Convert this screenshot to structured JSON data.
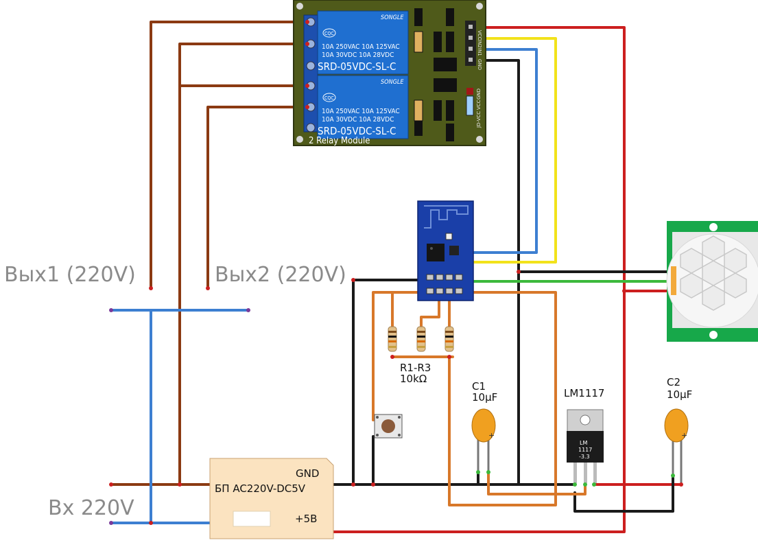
{
  "labels": {
    "out1": "Вых1 (220V)",
    "out2": "Вых2 (220V)",
    "input": "Вх 220V",
    "resistors": "R1-R3",
    "resistors_value": "10kΩ",
    "c1": "C1",
    "c1_value": "10µF",
    "c2": "C2",
    "c2_value": "10µF",
    "regulator": "LM1117"
  },
  "relay_module": {
    "brand": "SONGLE",
    "rating_line1": "10A  250VAC   10A  125VAC",
    "rating_line2": "10A    30VDC   10A   28VDC",
    "model": "SRD-05VDC-SL-C",
    "cert": "CQC",
    "title": "2 Relay Module",
    "pins_top": [
      "VCC",
      "IN2",
      "IN1",
      "GND"
    ],
    "pins_jumper": [
      "JD-VCC",
      "VCC",
      "GND"
    ]
  },
  "psu": {
    "name": "БП AC220V-DC5V",
    "gnd": "GND",
    "plus": "+5В"
  },
  "regulator_chip": {
    "line1": "LM",
    "line2": "1117",
    "line3": "-3.3"
  },
  "colors": {
    "brown": "#8b3a12",
    "blue": "#3d7fd1",
    "red": "#cc1f1f",
    "black": "#1a1a1a",
    "yellow": "#f2e21b",
    "green": "#3cb93c",
    "orange": "#d8782a",
    "relay_board": "#4f5a1a",
    "relay_blue": "#1f6fd0",
    "esp_board": "#1a3fa8",
    "pir_green": "#17a84a",
    "psu_fill": "#fbe3c0",
    "cap_tan": "#f0a020"
  }
}
